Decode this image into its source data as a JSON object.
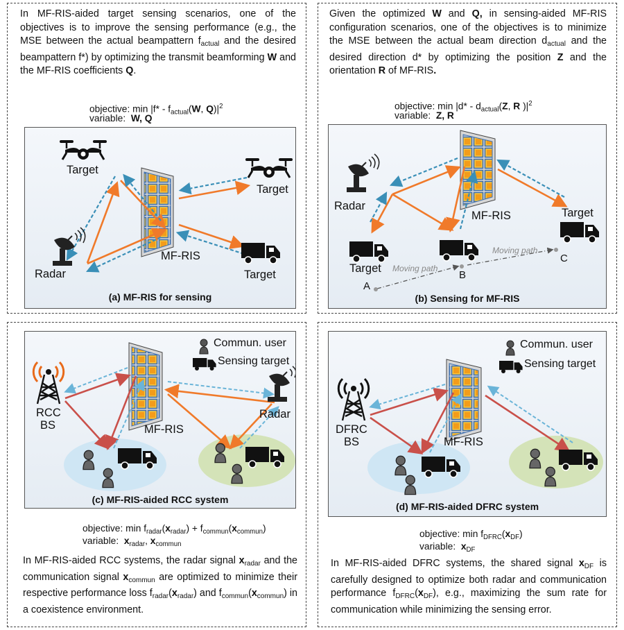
{
  "quadrant_a": {
    "text_1": "In MF-RIS-aided target sensing scenarios, one of the objectives is to improve the sensing performance (e.g., the MSE between the actual beampattern f",
    "text_sub_actual": "actual",
    "text_2": " and the desired beampattern f*) by optimizing the transmit beamforming ",
    "text_W": "W",
    "text_3": " and the MF-RIS coefficients ",
    "text_Q": "Q",
    "text_4": ".",
    "objective_label": "objective:",
    "objective_expr_1": "min |f* - f",
    "objective_sub": "actual",
    "objective_expr_2": "(",
    "objective_W": "W",
    "objective_comma": ", ",
    "objective_Q": "Q",
    "objective_expr_3": ")|",
    "objective_sup": "2",
    "variable_label": "variable:",
    "variable_value": "W, Q",
    "diagram": {
      "target_top": "Target",
      "target_right": "Target",
      "target_bottom": "Target",
      "radar": "Radar",
      "ris": "MF-RIS",
      "caption": "(a) MF-RIS for sensing"
    }
  },
  "quadrant_b": {
    "text_1": "Given the optimized ",
    "text_W": "W",
    "text_and": " and ",
    "text_Q": "Q,",
    "text_2": " in sensing-aided MF-RIS configuration scenarios, one of the objectives is to minimize the MSE between the actual beam direction d",
    "text_sub_actual": "actual",
    "text_3": " and the desired direction d* by optimizing the position ",
    "text_Z": "Z",
    "text_4": " and the orientation ",
    "text_R": "R",
    "text_5": " of MF-RIS",
    "text_6": ".",
    "objective_label": "objective:",
    "objective_expr_1": "min |d* - d",
    "objective_sub": "actual",
    "objective_expr_2": "(",
    "objective_Z": "Z",
    "objective_comma": ", ",
    "objective_R": "R",
    "objective_expr_3": " )|",
    "objective_sup": "2",
    "variable_label": "variable:",
    "variable_value": "Z, R",
    "diagram": {
      "radar": "Radar",
      "ris": "MF-RIS",
      "target_right": "Target",
      "target_left": "Target",
      "moving_path_1": "Moving path",
      "moving_path_2": "Moving path",
      "point_a": "A",
      "point_b": "B",
      "point_c": "C",
      "caption": "(b) Sensing for MF-RIS"
    }
  },
  "quadrant_c": {
    "diagram": {
      "legend_user": "Commun. user",
      "legend_target": "Sensing target",
      "bs_line1": "RCC",
      "bs_line2": "BS",
      "ris": "MF-RIS",
      "radar": "Radar",
      "caption": "(c) MF-RIS-aided RCC system"
    },
    "objective_label": "objective:",
    "objective_min": "min f",
    "objective_sub_radar": "radar",
    "objective_open": "(",
    "objective_x": "x",
    "objective_plus": ") + f",
    "objective_sub_commun": "commun",
    "objective_close": ")",
    "variable_label": "variable:",
    "variable_x": "x",
    "variable_sub_radar": "radar",
    "variable_comma": ", ",
    "variable_sub_commun": "commun",
    "text_1": "In MF-RIS-aided RCC systems, the radar signal ",
    "text_x": "x",
    "text_sub_radar": "radar",
    "text_2": " and the communication signal ",
    "text_sub_commun": "commun",
    "text_3": " are optimized to minimize their respective performance loss f",
    "text_4": "(",
    "text_5": ") and f",
    "text_6": ") in a coexistence environment."
  },
  "quadrant_d": {
    "diagram": {
      "legend_user": "Commun. user",
      "legend_target": "Sensing target",
      "bs_line1": "DFRC",
      "bs_line2": "BS",
      "ris": "MF-RIS",
      "caption": "(d) MF-RIS-aided DFRC system"
    },
    "objective_label": "objective:",
    "objective_min": "min f",
    "objective_sub_dfrc": "DFRC",
    "objective_open": "(",
    "objective_x": "x",
    "objective_sub_df": "DF",
    "objective_close": ")",
    "variable_label": "variable:",
    "variable_x": "x",
    "text_1": "In MF-RIS-aided DFRC systems, the shared signal ",
    "text_x": "x",
    "text_sub_df": "DF",
    "text_2": " is carefully designed to optimize both radar and communication performance f",
    "text_sub_dfrc": "DFRC",
    "text_3": "(",
    "text_4": "), e.g., maximizing the sum rate for communication while minimizing the sensing error."
  },
  "colors": {
    "orange_arrow": "#f07a2a",
    "blue_dashed": "#3a8fb7",
    "red_arrow": "#c9504a",
    "light_blue_dashed": "#6ab4d8",
    "ellipse_blue": "#cfe6f4",
    "ellipse_green": "#d4e3b8"
  }
}
